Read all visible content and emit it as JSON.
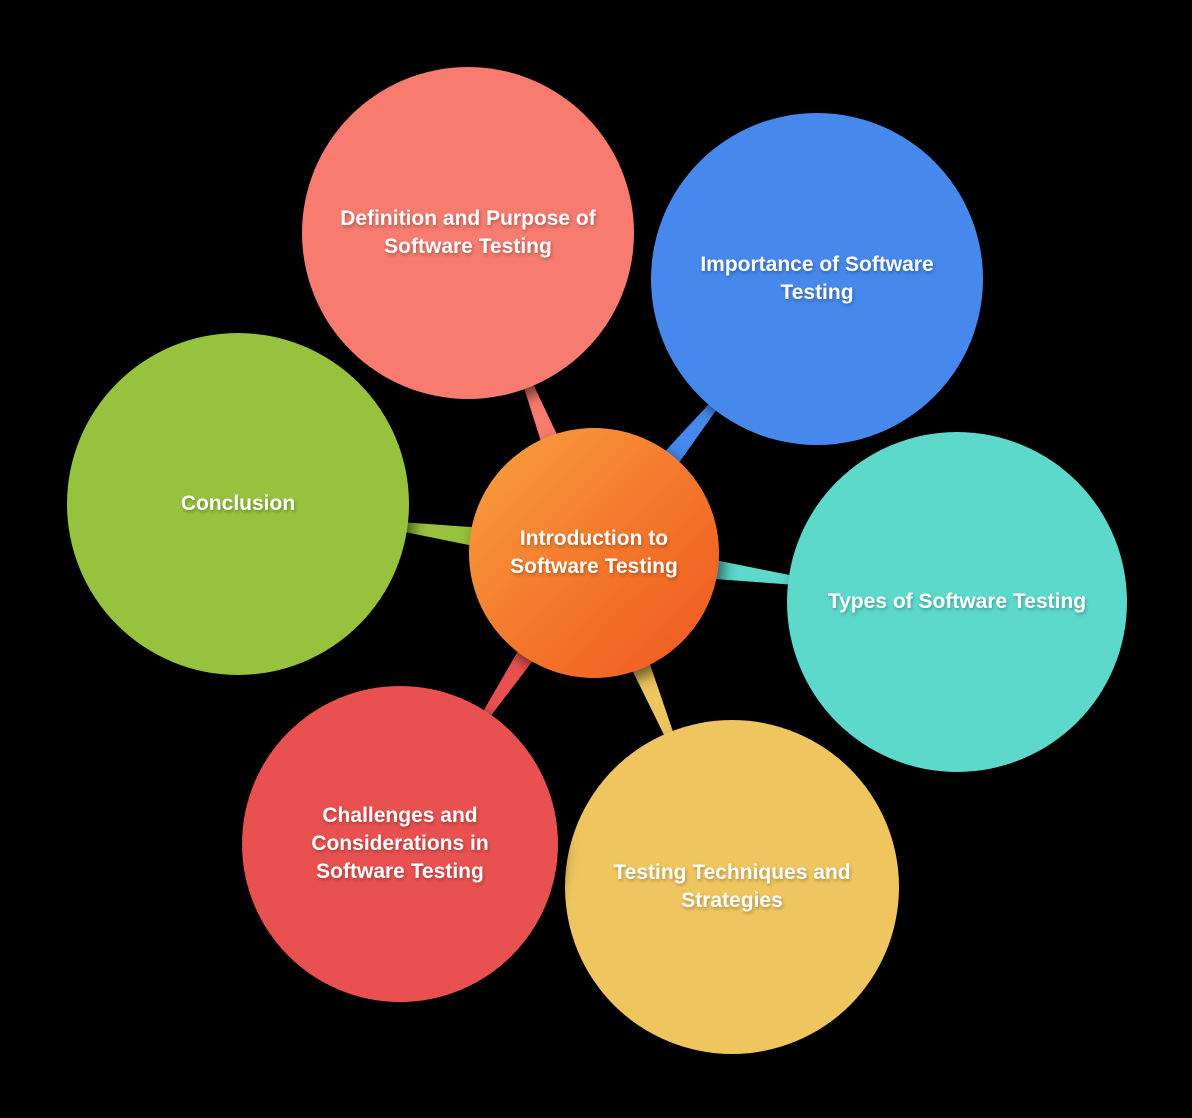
{
  "background_color": "#000000",
  "text_color": "#ffffff",
  "center_node": {
    "label": "Introduction to\nSoftware Testing",
    "gradient": "linear-gradient(135deg, #f9a23f 0%, #f4762b 55%, #ef5620 100%)"
  },
  "branch_nodes": [
    {
      "id": "definition",
      "label": "Definition and Purpose of\nSoftware Testing",
      "color": "#f77b6e"
    },
    {
      "id": "importance",
      "label": "Importance of Software\nTesting",
      "color": "#4688ec"
    },
    {
      "id": "types",
      "label": "Types of Software Testing",
      "color": "#5cd9cb"
    },
    {
      "id": "techniques",
      "label": "Testing Techniques and\nStrategies",
      "color": "#efc55f"
    },
    {
      "id": "challenges",
      "label": "Challenges and\nConsiderations in\nSoftware Testing",
      "color": "#e95150"
    },
    {
      "id": "conclusion",
      "label": "Conclusion",
      "color": "#96c23d"
    }
  ]
}
